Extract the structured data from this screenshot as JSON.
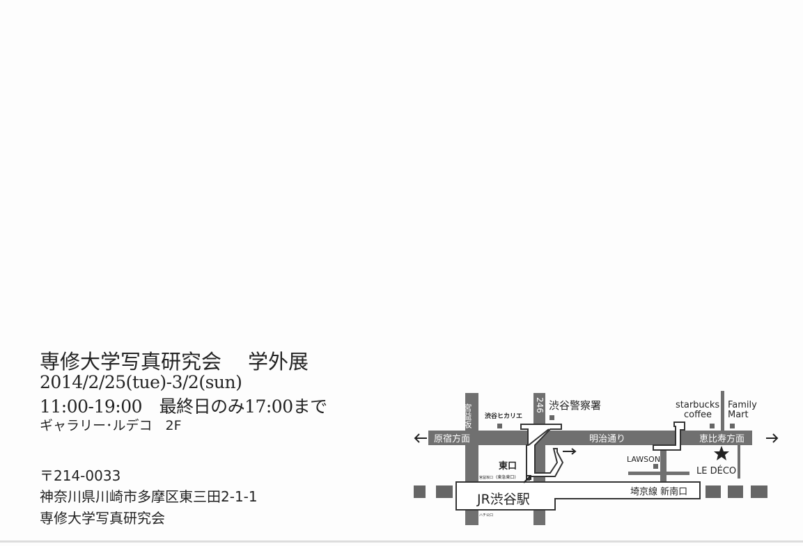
{
  "card": {
    "title": "専修大学写真研究会",
    "title_suffix": "学外展",
    "dates": "2014/2/25(tue)-3/2(sun)",
    "hours": "11:00-19:00",
    "hours_note": "最終日のみ17:00まで",
    "venue": "ギャラリー･ルデコ　2F",
    "postal_code": "〒214-0033",
    "address": "神奈川県川崎市多摩区東三田2-1-1",
    "organization": "専修大学写真研究会"
  },
  "map": {
    "road_miyamasuzaka": "宮益坂",
    "road_246": "246",
    "road_meiji": "明治通り",
    "direction_harajuku": "原宿方面",
    "direction_ebisu": "恵比寿方面",
    "hikarie": "渋谷ヒカリエ",
    "police": "渋谷警察署",
    "starbucks": "starbucks",
    "starbucks2": "coffee",
    "familymart": "Family",
    "familymart2": "Mart",
    "lawson": "LAWSON",
    "ledeco": "LE DÉCO",
    "east_exit": "東口",
    "east_exit_sub": "(東急東口)",
    "miyamasuzaka_exit": "宮益坂口",
    "hachiko_exit": "ハチ公口",
    "station": "JR渋谷駅",
    "saikyo_exit": "埼京線 新南口",
    "road_color": "#707070",
    "block_color": "#666666"
  }
}
